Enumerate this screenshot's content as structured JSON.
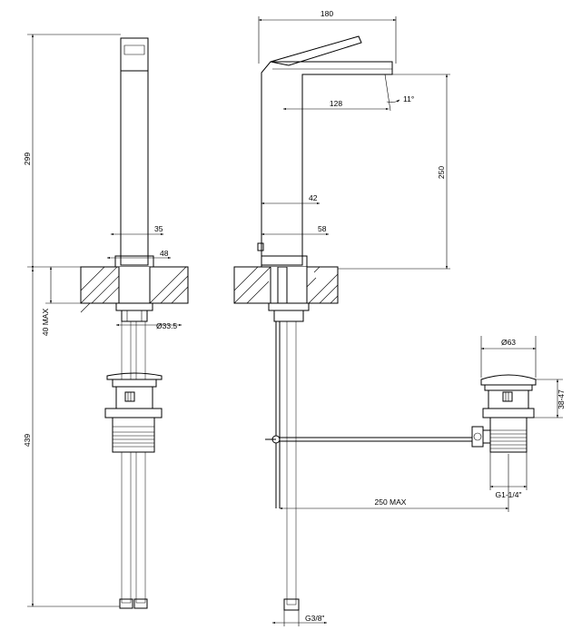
{
  "drawing": {
    "dimensions": {
      "overall_width": "180",
      "spout_reach": "128",
      "lever_angle": "11°",
      "spout_height": "250",
      "body_depth": "42",
      "base_depth": "58",
      "front_height": "299",
      "body_width": "35",
      "base_width": "48",
      "max_deck_thickness": "40 MAX",
      "hole_diameter": "Ø33.5",
      "total_length": "439",
      "waste_cap_diameter": "Ø63",
      "waste_height_range": "38-47",
      "waste_thread": "G1-1/4\"",
      "rod_max_length": "250 MAX",
      "hose_thread": "G3/8\""
    }
  }
}
